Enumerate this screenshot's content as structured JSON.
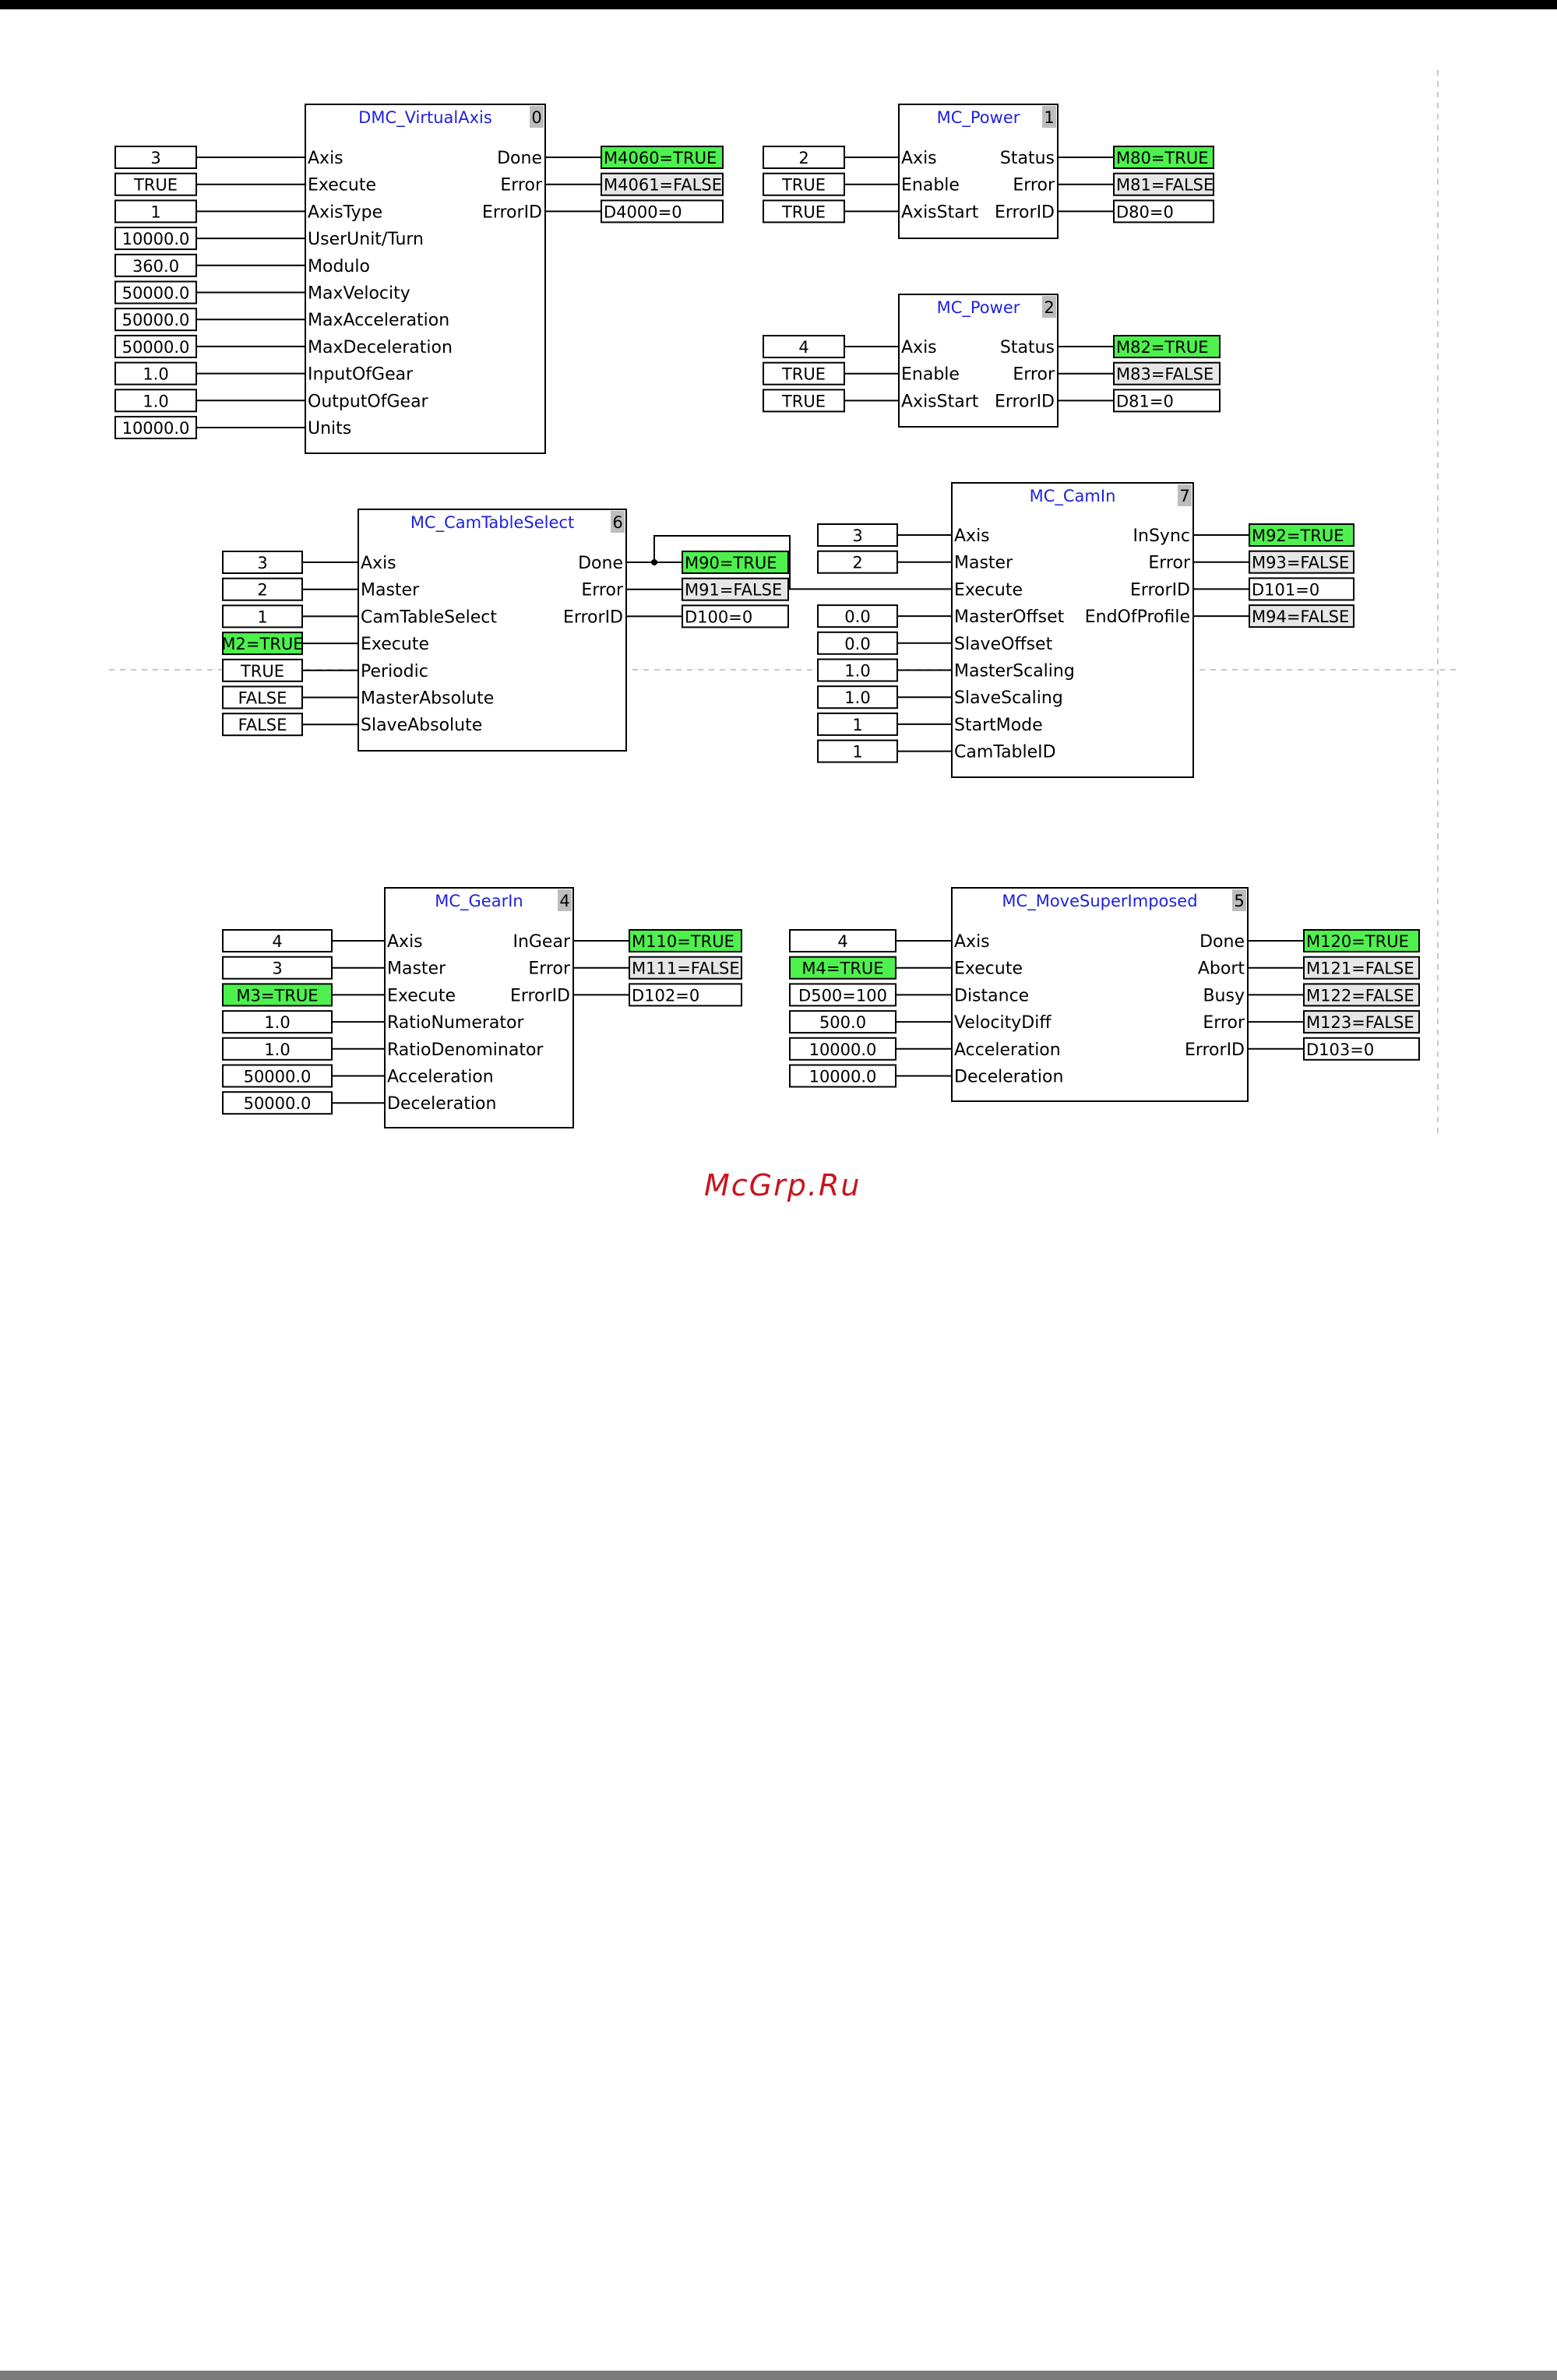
{
  "watermark": "McGrp.Ru",
  "blocks": [
    {
      "id": "dmc-virtualaxis",
      "title": "DMC_VirtualAxis",
      "number": "0",
      "inputs": [
        {
          "pin": "Axis",
          "value": "3"
        },
        {
          "pin": "Execute",
          "value": "TRUE"
        },
        {
          "pin": "AxisType",
          "value": "1"
        },
        {
          "pin": "UserUnit/Turn",
          "value": "10000.0"
        },
        {
          "pin": "Modulo",
          "value": "360.0"
        },
        {
          "pin": "MaxVelocity",
          "value": "50000.0"
        },
        {
          "pin": "MaxAcceleration",
          "value": "50000.0"
        },
        {
          "pin": "MaxDeceleration",
          "value": "50000.0"
        },
        {
          "pin": "InputOfGear",
          "value": "1.0"
        },
        {
          "pin": "OutputOfGear",
          "value": "1.0"
        },
        {
          "pin": "Units",
          "value": "10000.0"
        }
      ],
      "outputs": [
        {
          "pin": "Done",
          "value": "M4060=TRUE",
          "state": "true"
        },
        {
          "pin": "Error",
          "value": "M4061=FALSE",
          "state": "false"
        },
        {
          "pin": "ErrorID",
          "value": "D4000=0",
          "state": "plain"
        }
      ]
    },
    {
      "id": "mc-power-1",
      "title": "MC_Power",
      "number": "1",
      "inputs": [
        {
          "pin": "Axis",
          "value": "2"
        },
        {
          "pin": "Enable",
          "value": "TRUE"
        },
        {
          "pin": "AxisStart",
          "value": "TRUE"
        }
      ],
      "outputs": [
        {
          "pin": "Status",
          "value": "M80=TRUE",
          "state": "true"
        },
        {
          "pin": "Error",
          "value": "M81=FALSE",
          "state": "false"
        },
        {
          "pin": "ErrorID",
          "value": "D80=0",
          "state": "plain"
        }
      ]
    },
    {
      "id": "mc-power-2",
      "title": "MC_Power",
      "number": "2",
      "inputs": [
        {
          "pin": "Axis",
          "value": "4"
        },
        {
          "pin": "Enable",
          "value": "TRUE"
        },
        {
          "pin": "AxisStart",
          "value": "TRUE"
        }
      ],
      "outputs": [
        {
          "pin": "Status",
          "value": "M82=TRUE",
          "state": "true"
        },
        {
          "pin": "Error",
          "value": "M83=FALSE",
          "state": "false"
        },
        {
          "pin": "ErrorID",
          "value": "D81=0",
          "state": "plain"
        }
      ]
    },
    {
      "id": "mc-camtableselect",
      "title": "MC_CamTableSelect",
      "number": "6",
      "inputs": [
        {
          "pin": "Axis",
          "value": "3"
        },
        {
          "pin": "Master",
          "value": "2"
        },
        {
          "pin": "CamTableSelect",
          "value": "1"
        },
        {
          "pin": "Execute",
          "value": "M2=TRUE",
          "state": "true"
        },
        {
          "pin": "Periodic",
          "value": "TRUE"
        },
        {
          "pin": "MasterAbsolute",
          "value": "FALSE"
        },
        {
          "pin": "SlaveAbsolute",
          "value": "FALSE"
        }
      ],
      "outputs": [
        {
          "pin": "Done",
          "value": "M90=TRUE",
          "state": "true"
        },
        {
          "pin": "Error",
          "value": "M91=FALSE",
          "state": "false"
        },
        {
          "pin": "ErrorID",
          "value": "D100=0",
          "state": "plain"
        }
      ]
    },
    {
      "id": "mc-camin",
      "title": "MC_CamIn",
      "number": "7",
      "inputs": [
        {
          "pin": "Axis",
          "value": "3"
        },
        {
          "pin": "Master",
          "value": "2"
        },
        {
          "pin": "Execute",
          "value": ""
        },
        {
          "pin": "MasterOffset",
          "value": "0.0"
        },
        {
          "pin": "SlaveOffset",
          "value": "0.0"
        },
        {
          "pin": "MasterScaling",
          "value": "1.0"
        },
        {
          "pin": "SlaveScaling",
          "value": "1.0"
        },
        {
          "pin": "StartMode",
          "value": "1"
        },
        {
          "pin": "CamTableID",
          "value": "1"
        }
      ],
      "outputs": [
        {
          "pin": "InSync",
          "value": "M92=TRUE",
          "state": "true"
        },
        {
          "pin": "Error",
          "value": "M93=FALSE",
          "state": "false"
        },
        {
          "pin": "ErrorID",
          "value": "D101=0",
          "state": "plain"
        },
        {
          "pin": "EndOfProfile",
          "value": "M94=FALSE",
          "state": "false"
        }
      ]
    },
    {
      "id": "mc-gearin",
      "title": "MC_GearIn",
      "number": "4",
      "inputs": [
        {
          "pin": "Axis",
          "value": "4"
        },
        {
          "pin": "Master",
          "value": "3"
        },
        {
          "pin": "Execute",
          "value": "M3=TRUE",
          "state": "true"
        },
        {
          "pin": "RatioNumerator",
          "value": "1.0"
        },
        {
          "pin": "RatioDenominator",
          "value": "1.0"
        },
        {
          "pin": "Acceleration",
          "value": "50000.0"
        },
        {
          "pin": "Deceleration",
          "value": "50000.0"
        }
      ],
      "outputs": [
        {
          "pin": "InGear",
          "value": "M110=TRUE",
          "state": "true"
        },
        {
          "pin": "Error",
          "value": "M111=FALSE",
          "state": "false"
        },
        {
          "pin": "ErrorID",
          "value": "D102=0",
          "state": "plain"
        }
      ]
    },
    {
      "id": "mc-movesuperimposed",
      "title": "MC_MoveSuperImposed",
      "number": "5",
      "inputs": [
        {
          "pin": "Axis",
          "value": "4"
        },
        {
          "pin": "Execute",
          "value": "M4=TRUE",
          "state": "true"
        },
        {
          "pin": "Distance",
          "value": "D500=100"
        },
        {
          "pin": "VelocityDiff",
          "value": "500.0"
        },
        {
          "pin": "Acceleration",
          "value": "10000.0"
        },
        {
          "pin": "Deceleration",
          "value": "10000.0"
        }
      ],
      "outputs": [
        {
          "pin": "Done",
          "value": "M120=TRUE",
          "state": "true"
        },
        {
          "pin": "Abort",
          "value": "M121=FALSE",
          "state": "false"
        },
        {
          "pin": "Busy",
          "value": "M122=FALSE",
          "state": "false"
        },
        {
          "pin": "Error",
          "value": "M123=FALSE",
          "state": "false"
        },
        {
          "pin": "ErrorID",
          "value": "D103=0",
          "state": "plain"
        }
      ]
    }
  ]
}
